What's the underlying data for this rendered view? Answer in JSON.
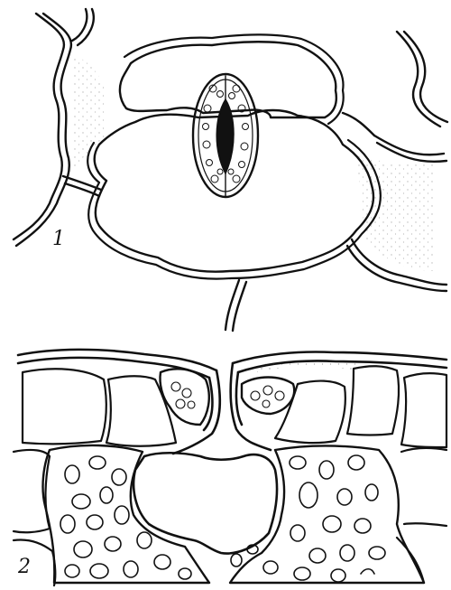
{
  "figures": [
    {
      "id": "top",
      "label": "1"
    },
    {
      "id": "bottom",
      "label": "2"
    }
  ],
  "colors": {
    "ink": "#111111",
    "paper": "#ffffff"
  }
}
